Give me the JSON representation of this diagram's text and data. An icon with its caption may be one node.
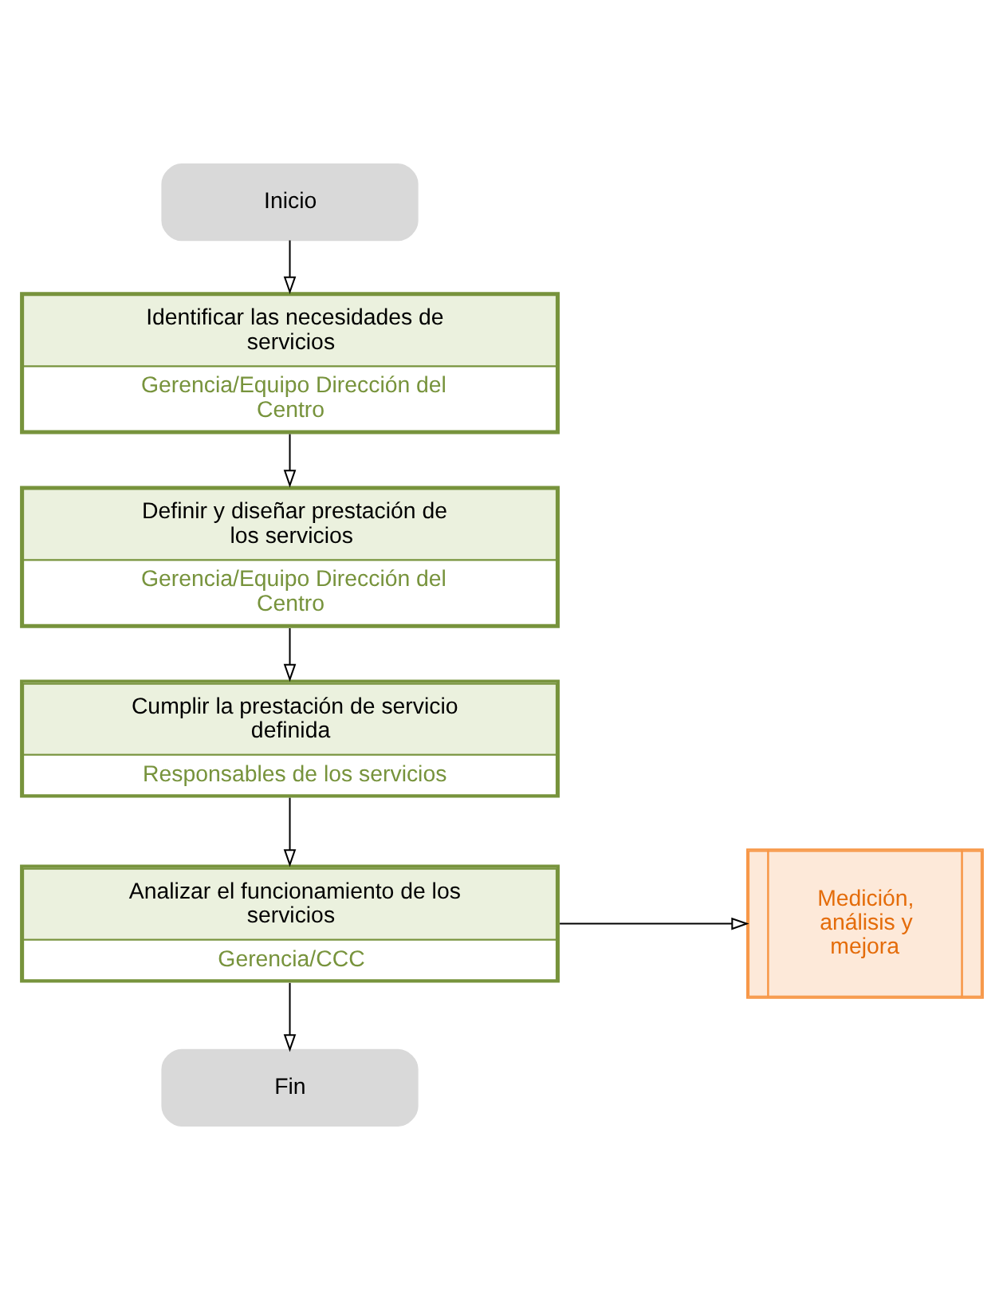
{
  "diagram": {
    "nodes": [
      {
        "text": [
          "Inicio"
        ]
      },
      {
        "text": [
          "Identificar las necesidades de servicios",
          "Gerencia/Equipo Dirección del Centro"
        ]
      },
      {
        "text": [
          "Definir y diseñar prestación de los servicios",
          "Gerencia/Equipo Dirección del Centro"
        ]
      },
      {
        "text": [
          "Cumplir la prestación de servicio definida",
          "Responsables de los servicios"
        ]
      },
      {
        "text": [
          "Analizar el funcionamiento de los servicios",
          "Gerencia/CCC"
        ]
      },
      {
        "text": [
          "Medición, análisis y mejora"
        ]
      },
      {
        "text": [
          "Fin"
        ]
      }
    ],
    "edges": [
      {
        "from": 0,
        "to": 1,
        "arrow": "to"
      },
      {
        "from": 1,
        "to": 2,
        "arrow": "to"
      },
      {
        "from": 2,
        "to": 3,
        "arrow": "to"
      },
      {
        "from": 3,
        "to": 4,
        "arrow": "to"
      },
      {
        "from": 4,
        "to": 5,
        "arrow": "to"
      },
      {
        "from": 4,
        "to": 6,
        "arrow": "to"
      }
    ]
  }
}
